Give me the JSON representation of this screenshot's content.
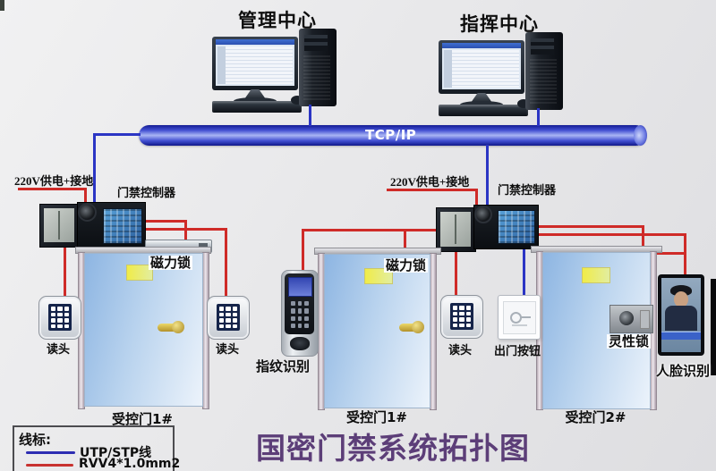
{
  "page_title": "国密门禁系统拓扑图",
  "centers": {
    "management": "管理中心",
    "command": "指挥中心"
  },
  "bus": {
    "label": "TCP/IP"
  },
  "power": {
    "p1": "220V供电+接地",
    "p2": "220V供电+接地"
  },
  "controllers": {
    "c1": "门禁控制器",
    "c2": "门禁控制器"
  },
  "locks": {
    "m1": "磁力锁",
    "m2": "磁力锁",
    "flex": "灵性锁"
  },
  "readers": {
    "r1": "读头",
    "r2": "读头",
    "r3": "读头"
  },
  "biometrics": {
    "fingerprint": "指纹识别",
    "face": "人脸识别"
  },
  "exit_button": {
    "label": "出门按钮"
  },
  "doors": {
    "d1": "受控门1#",
    "d2": "受控门1#",
    "d3": "受控门2#"
  },
  "legend": {
    "title": "线标:",
    "utp": "UTP/STP线",
    "rvv": "RVV4*1.0mm2"
  },
  "wire_colors": {
    "utp": "#2b35c4",
    "rvv": "#cf2b28"
  }
}
